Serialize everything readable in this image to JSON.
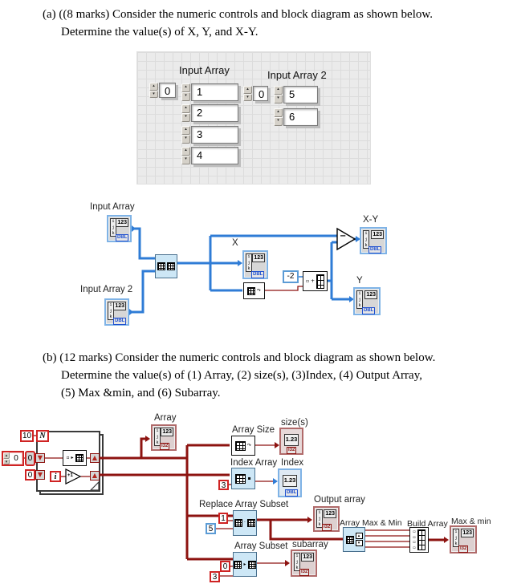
{
  "icon": {
    "i": "i",
    "j": "j",
    "k": "k",
    "num": "123",
    "scalar": "1.23"
  },
  "types": {
    "dbl": "DBL",
    "i32": "I32"
  },
  "glyphs": {
    "up": "▲",
    "down": "▼",
    "spin_up": "▴",
    "spin_down": "▾",
    "curl": "↷",
    "arrow_r": "▸",
    "sq_filled": "▪",
    "sq_empty": "▫",
    "plus": "+",
    "max_up": "▴",
    "min_down": "▾",
    "dot": "·"
  },
  "question_a": {
    "line1": "(a) ((8 marks) Consider the numeric controls and block diagram as shown below.",
    "line2": "Determine the value(s) of X, Y, and X-Y."
  },
  "front_panel": {
    "array1": {
      "label": "Input Array",
      "index": "0",
      "values": [
        "1",
        "2",
        "3",
        "4"
      ]
    },
    "array2": {
      "label": "Input Array 2",
      "index": "0",
      "values": [
        "5",
        "6"
      ]
    }
  },
  "diagram_a": {
    "input_array_label": "Input Array",
    "input_array2_label": "Input Array 2",
    "x_label": "X",
    "y_label": "Y",
    "xy_label": "X-Y",
    "const_neg2": "-2",
    "subtract_sign": "−"
  },
  "question_b": {
    "line1": "(b) (12 marks) Consider the numeric controls and block diagram as shown below.",
    "line2": "Determine the value(s) of (1) Array, (2) size(s), (3)Index, (4) Output Array,",
    "line3": "(5) Max &min, and (6) Subarray."
  },
  "diagram_b": {
    "const_10": "10",
    "n_label": "N",
    "control_zero": "0",
    "tunnel_zero": "0",
    "const_zero": "0",
    "i_label": "i",
    "increment_label": "+1",
    "array_label": "Array",
    "array_size_label": "Array Size",
    "sizes_label": "size(s)",
    "index_array_label": "Index Array",
    "index_label": "Index",
    "const_3": "3",
    "replace_label": "Replace Array Subset",
    "const_1": "1",
    "const_5": "5",
    "output_array_label": "Output array",
    "array_subset_label": "Array Subset",
    "const_0": "0",
    "const_3b": "3",
    "subarray_label": "subarray",
    "array_max_min_label": "Array Max & Min",
    "build_array_label": "Build Array",
    "max_min_label": "Max & min"
  }
}
